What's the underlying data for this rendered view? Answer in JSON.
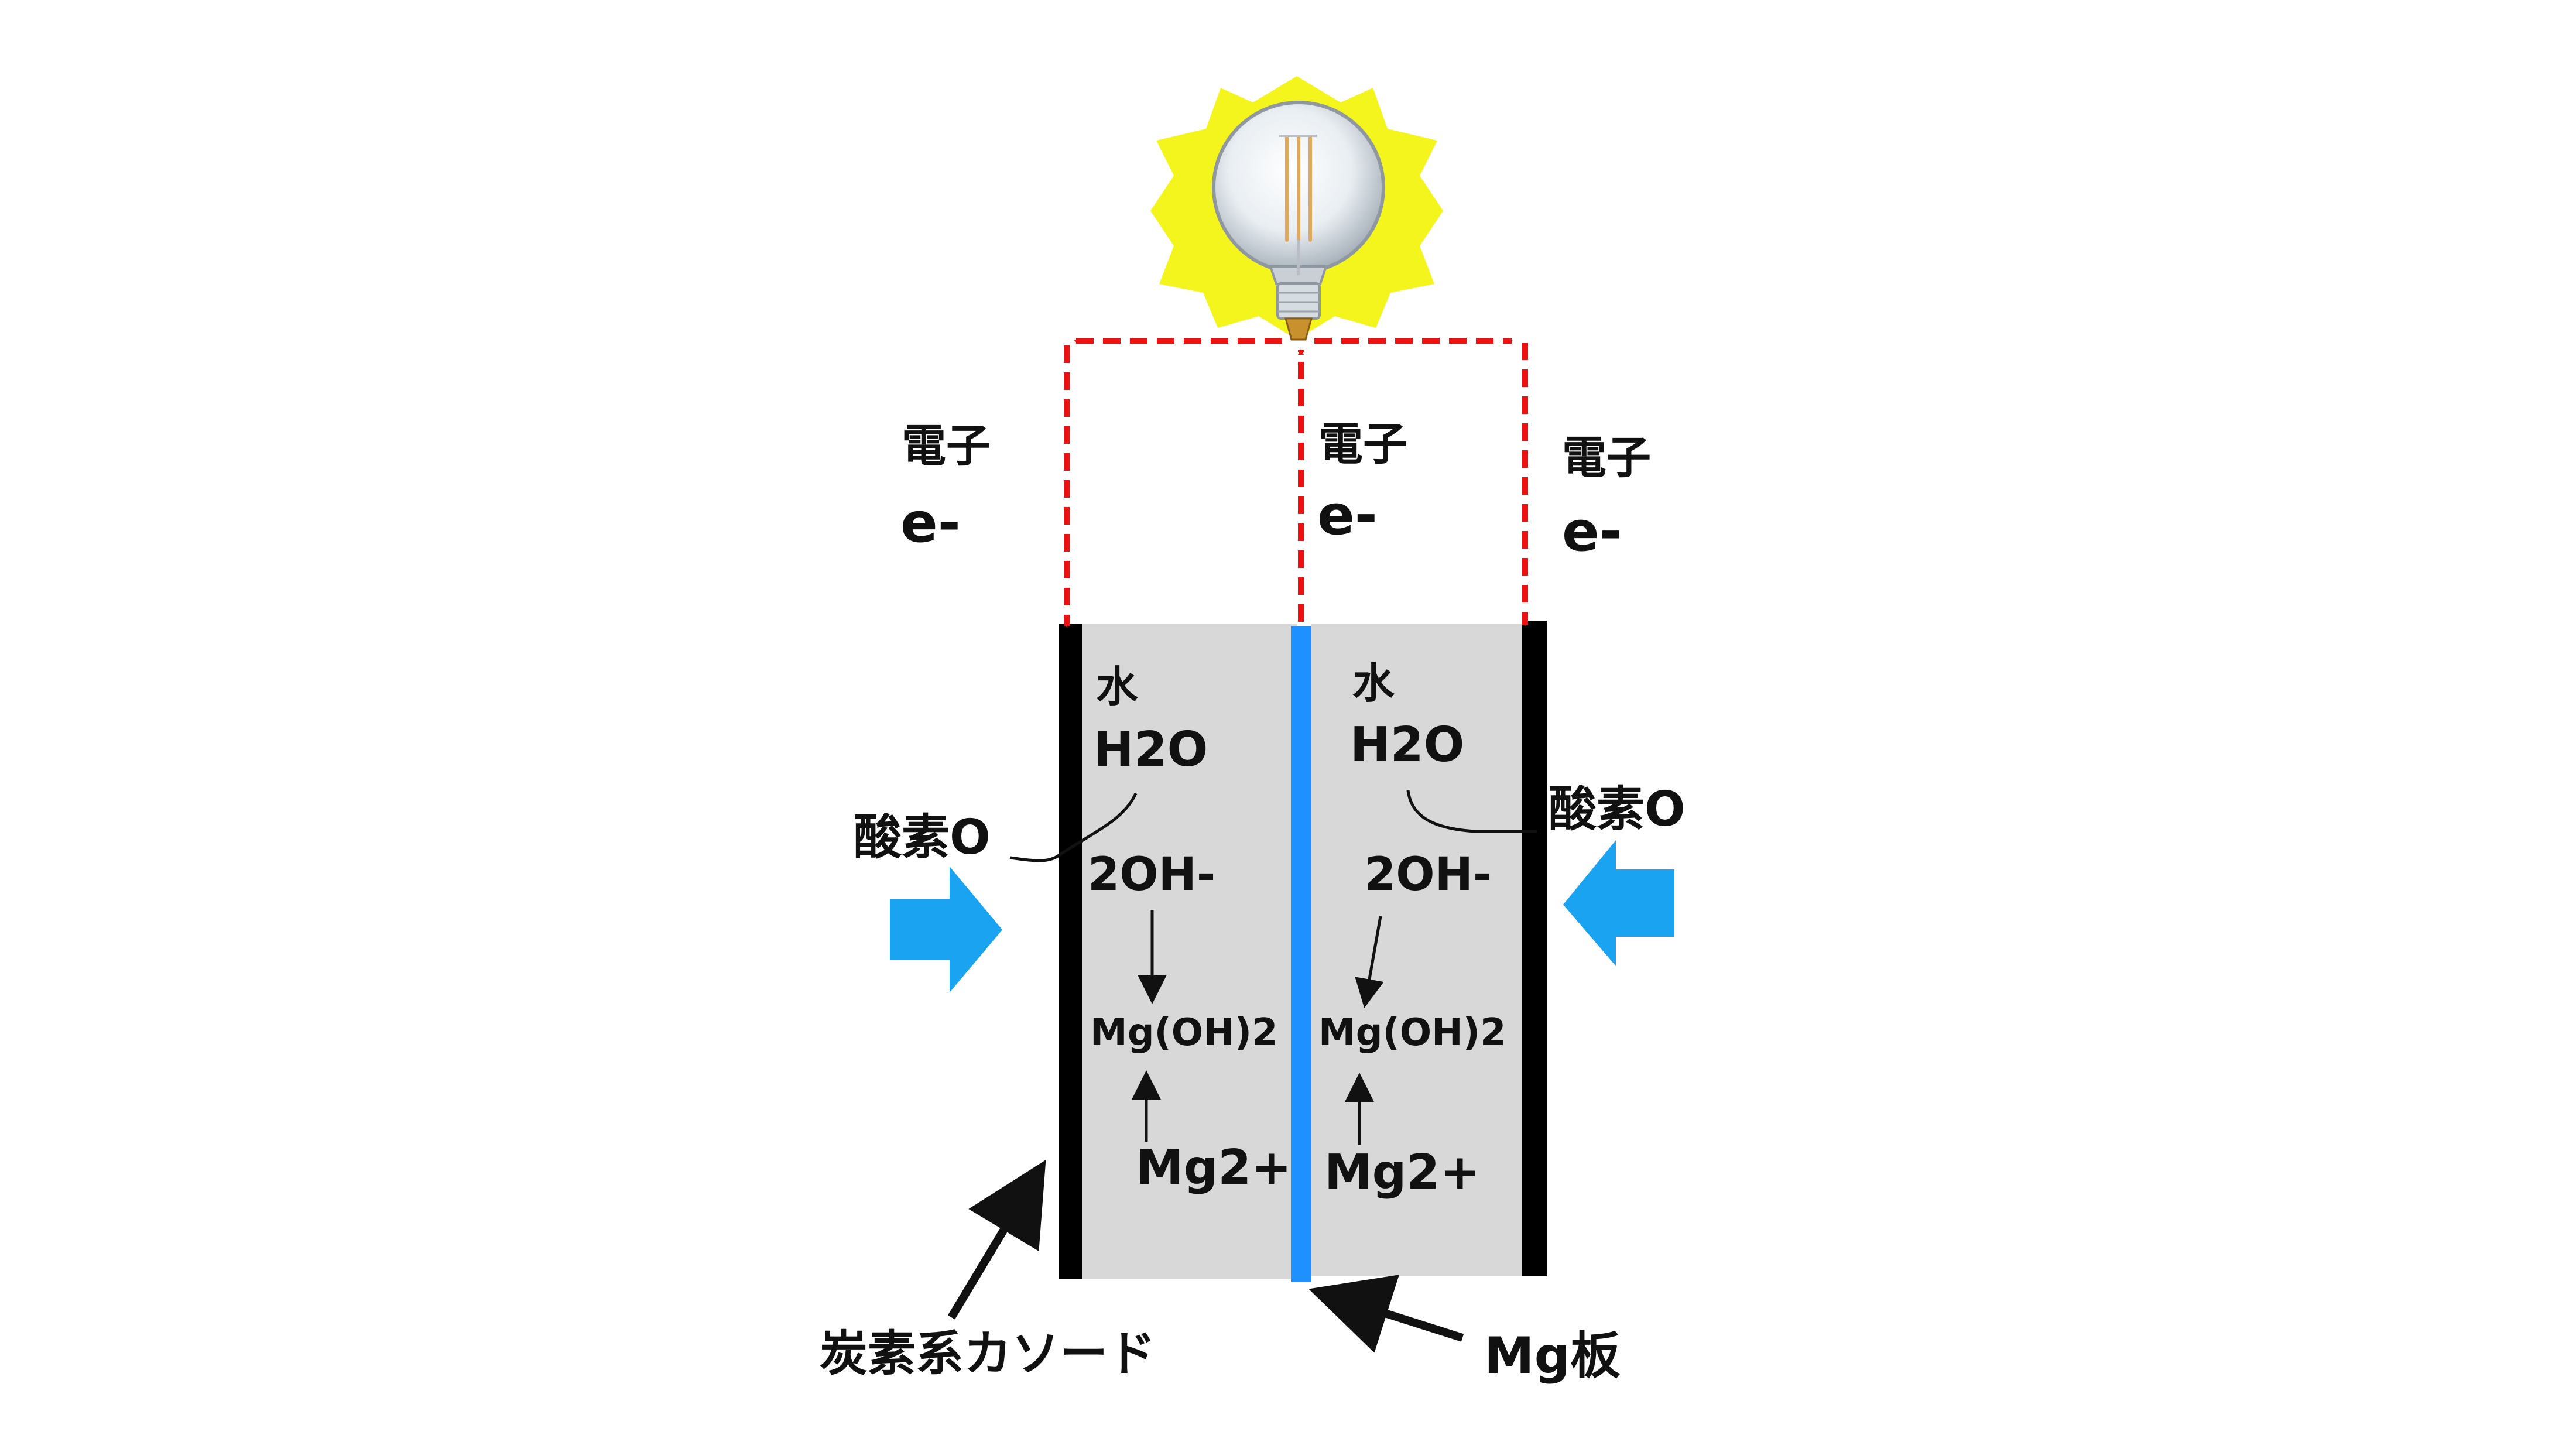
{
  "colors": {
    "background": "#ffffff",
    "electrolyte": "#d8d8d8",
    "cathode": "#000000",
    "mg_plate": "#1e90ff",
    "electron_path": "#ee1111",
    "oxygen_arrow": "#1aa3f0",
    "sun_glow": "#f5f51e"
  },
  "icons": {
    "bulb": "light-bulb-icon",
    "glow": "sun-glow-icon",
    "oxygen_arrow": "block-arrow-icon"
  },
  "electrons": {
    "left": {
      "label": "電子",
      "symbol": "e-"
    },
    "center": {
      "label": "電子",
      "symbol": "e-"
    },
    "right": {
      "label": "電子",
      "symbol": "e-"
    }
  },
  "left_cell": {
    "water": "水",
    "water_formula": "H2O",
    "oxygen": "酸素O",
    "hydroxide": "2OH-",
    "hydroxide_product": "Mg(OH)2",
    "magnesium_ion": "Mg2+"
  },
  "right_cell": {
    "water": "水",
    "water_formula": "H2O",
    "oxygen": "酸素O",
    "hydroxide": "2OH-",
    "hydroxide_product": "Mg(OH)2",
    "magnesium_ion": "Mg2+"
  },
  "labels": {
    "cathode": "炭素系カソード",
    "mg_plate": "Mg板"
  }
}
